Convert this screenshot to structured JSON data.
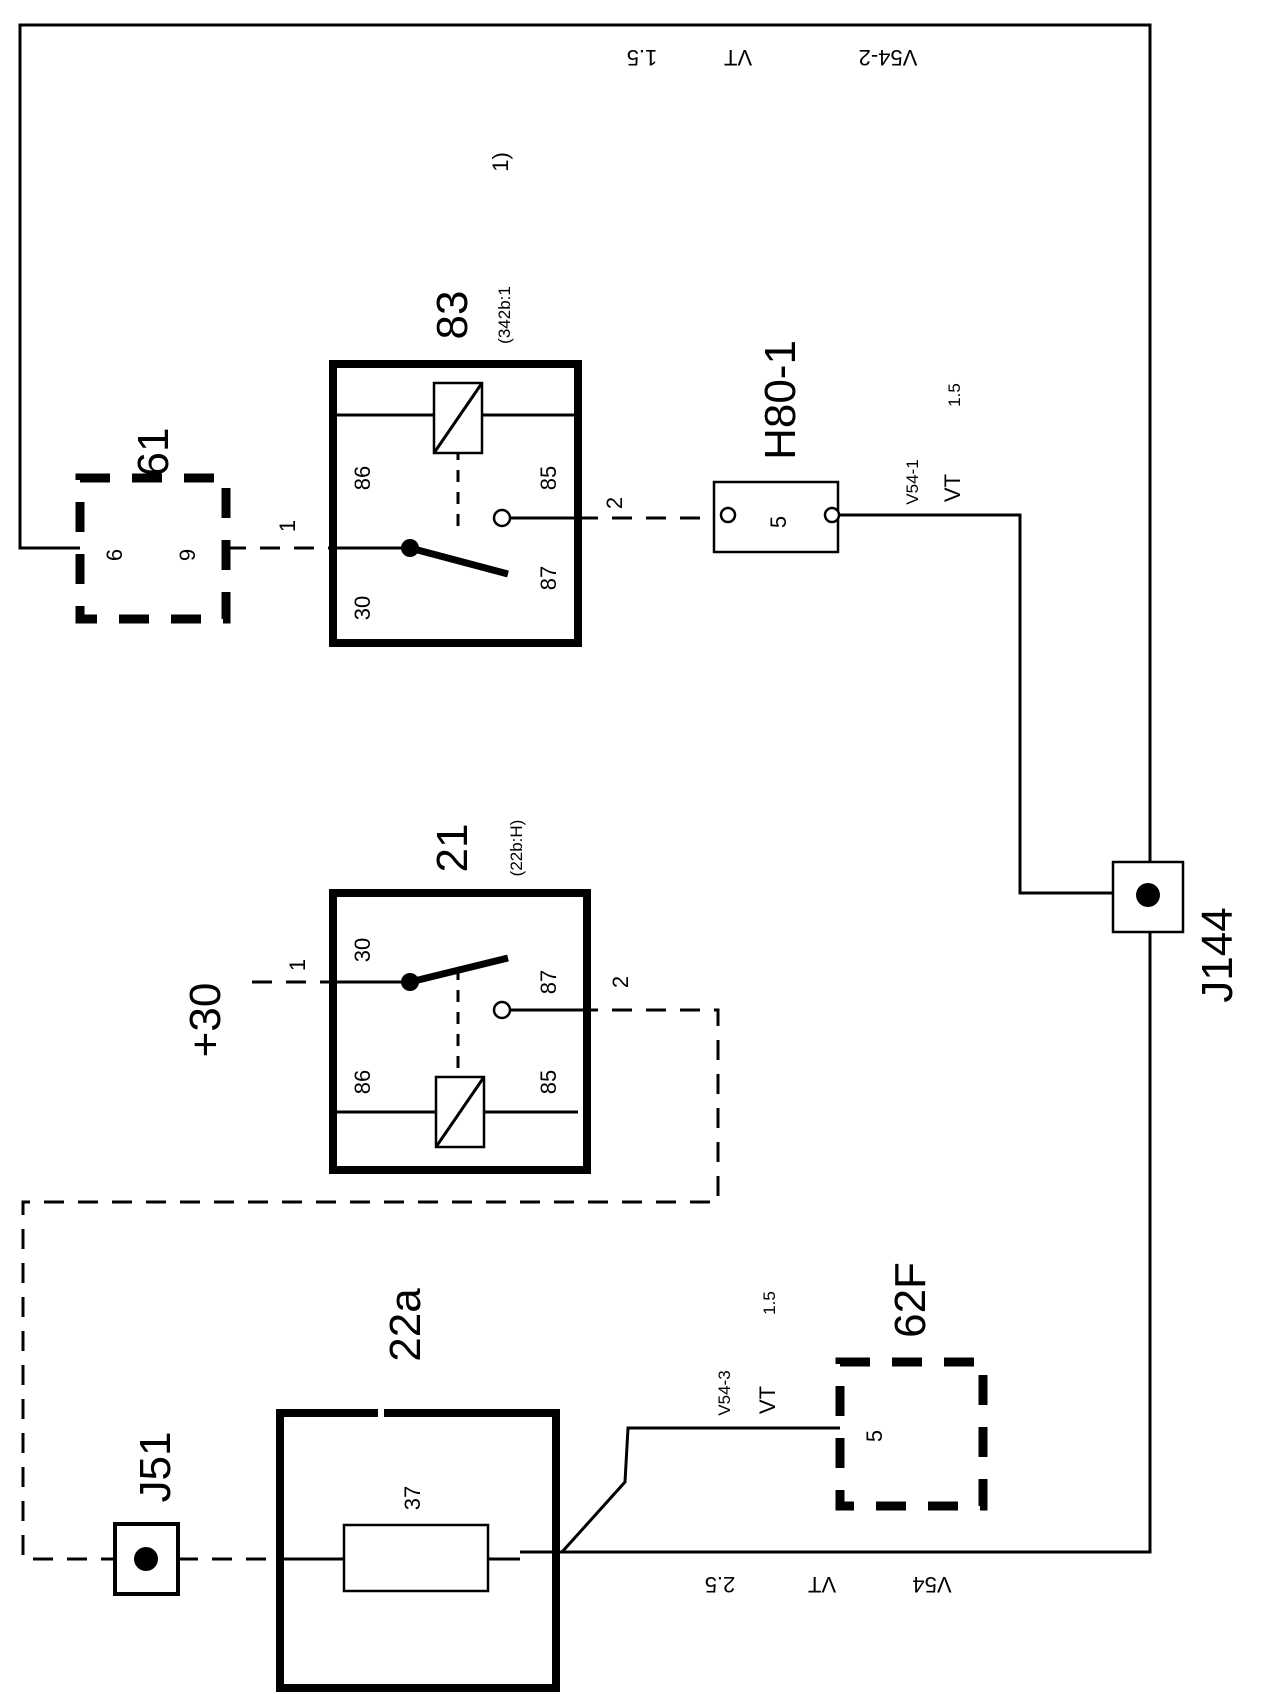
{
  "wire_labels": {
    "top_size": "1.5",
    "top_color": "VT",
    "top_id": "V54-2",
    "bottom_size": "2.5",
    "bottom_color": "VT",
    "bottom_id": "V54",
    "h80_id": "V54-1",
    "h80_color": "VT",
    "h80_size": "1.5",
    "f62_id": "V54-3",
    "f62_color": "VT",
    "f62_size": "1.5"
  },
  "note": "1)",
  "relay83": {
    "label": "83",
    "ref": "(342b:1",
    "pin86": "86",
    "pin85": "85",
    "pin30": "30",
    "pin87": "87",
    "wire_left": "1",
    "wire_right": "2"
  },
  "relay21": {
    "label": "21",
    "ref": "(22b:H)",
    "pin30": "30",
    "pin87": "87",
    "pin86": "86",
    "pin85": "85",
    "wire_left": "1",
    "wire_right": "2"
  },
  "connector61": {
    "label": "61",
    "pin6": "6",
    "pin9": "9"
  },
  "connectorH80": {
    "label": "H80-1",
    "pin": "5"
  },
  "fusebox22a": {
    "label": "22a",
    "fuse": "37"
  },
  "connector62F": {
    "label": "62F",
    "pin": "5"
  },
  "splice_J144": "J144",
  "splice_J51": "J51",
  "supply": "+30"
}
